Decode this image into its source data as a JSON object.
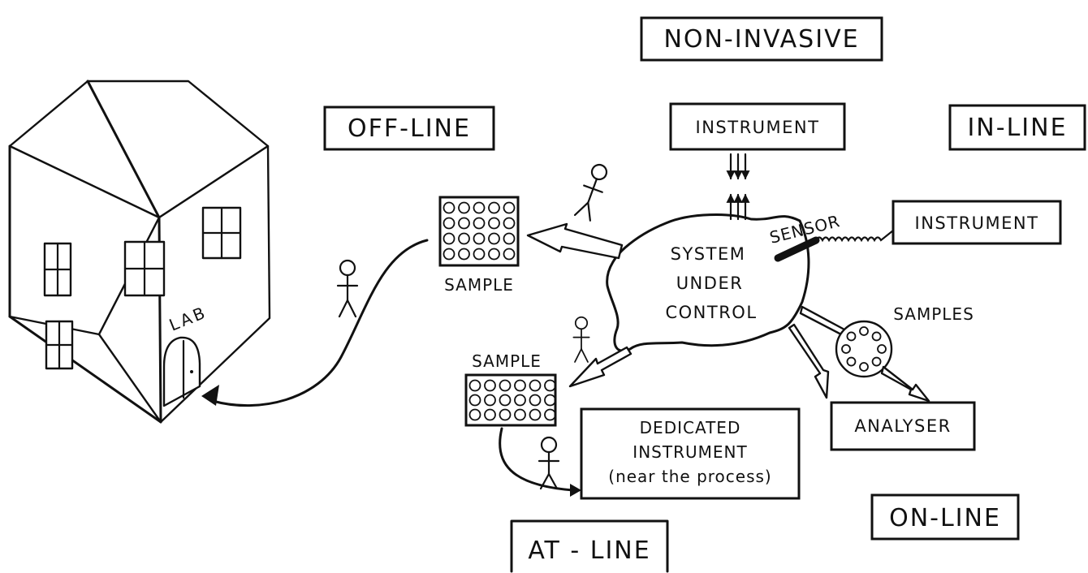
{
  "labels": {
    "non_invasive": "NON-INVASIVE",
    "off_line": "OFF-LINE",
    "in_line": "IN-LINE",
    "on_line": "ON-LINE",
    "at_line": "AT - LINE",
    "instrument_top": "INSTRUMENT",
    "instrument_right": "INSTRUMENT",
    "sensor": "SENSOR",
    "system_l1": "SYSTEM",
    "system_l2": "UNDER",
    "system_l3": "CONTROL",
    "sample_offline": "SAMPLE",
    "sample_atline": "SAMPLE",
    "samples_online": "SAMPLES",
    "analyser": "ANALYSER",
    "dedicated_l1": "DEDICATED",
    "dedicated_l2": "INSTRUMENT",
    "dedicated_l3": "(near the process)",
    "lab": "LAB"
  }
}
